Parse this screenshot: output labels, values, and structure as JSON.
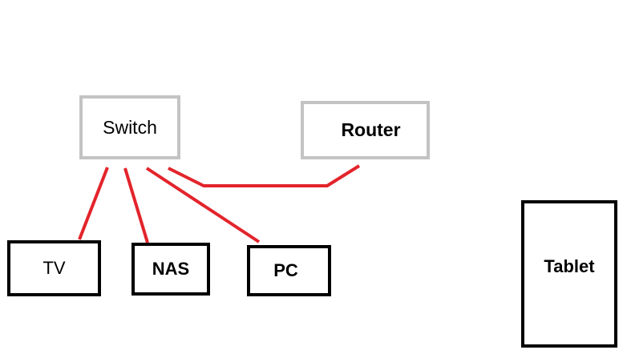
{
  "nodes": {
    "switch": {
      "label": "Switch"
    },
    "router": {
      "label": "Router"
    },
    "tv": {
      "label": "TV"
    },
    "nas": {
      "label": "NAS"
    },
    "pc": {
      "label": "PC"
    },
    "tablet": {
      "label": "Tablet"
    }
  },
  "colors": {
    "link": "#e3242b",
    "gray_border": "#c3c3c3",
    "black_border": "#000000"
  }
}
